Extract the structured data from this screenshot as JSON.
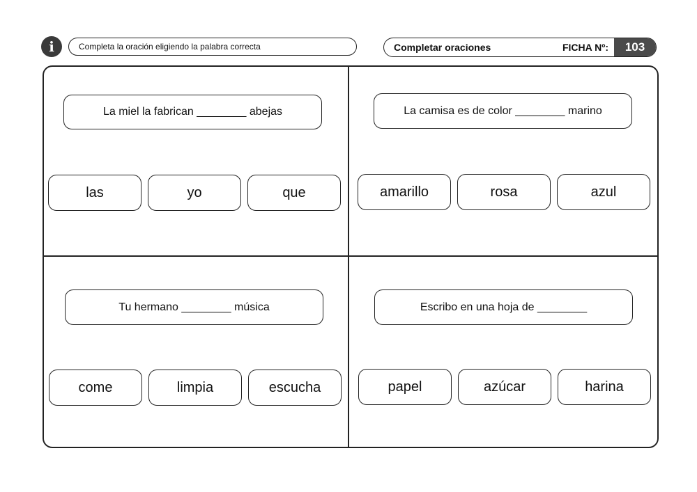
{
  "header": {
    "info_icon_glyph": "i",
    "instruction": "Completa la oración eligiendo la palabra correcta",
    "topic": "Completar oraciones",
    "ficha_label": "FICHA Nº:",
    "ficha_number": "103"
  },
  "exercises": [
    {
      "sentence": "La miel la fabrican ________ abejas",
      "options": [
        "las",
        "yo",
        "que"
      ]
    },
    {
      "sentence": "La camisa es de color ________ marino",
      "options": [
        "amarillo",
        "rosa",
        "azul"
      ]
    },
    {
      "sentence": "Tu hermano ________ música",
      "options": [
        "come",
        "limpia",
        "escucha"
      ]
    },
    {
      "sentence": "Escribo en una hoja de ________",
      "options": [
        "papel",
        "azúcar",
        "harina"
      ]
    }
  ]
}
